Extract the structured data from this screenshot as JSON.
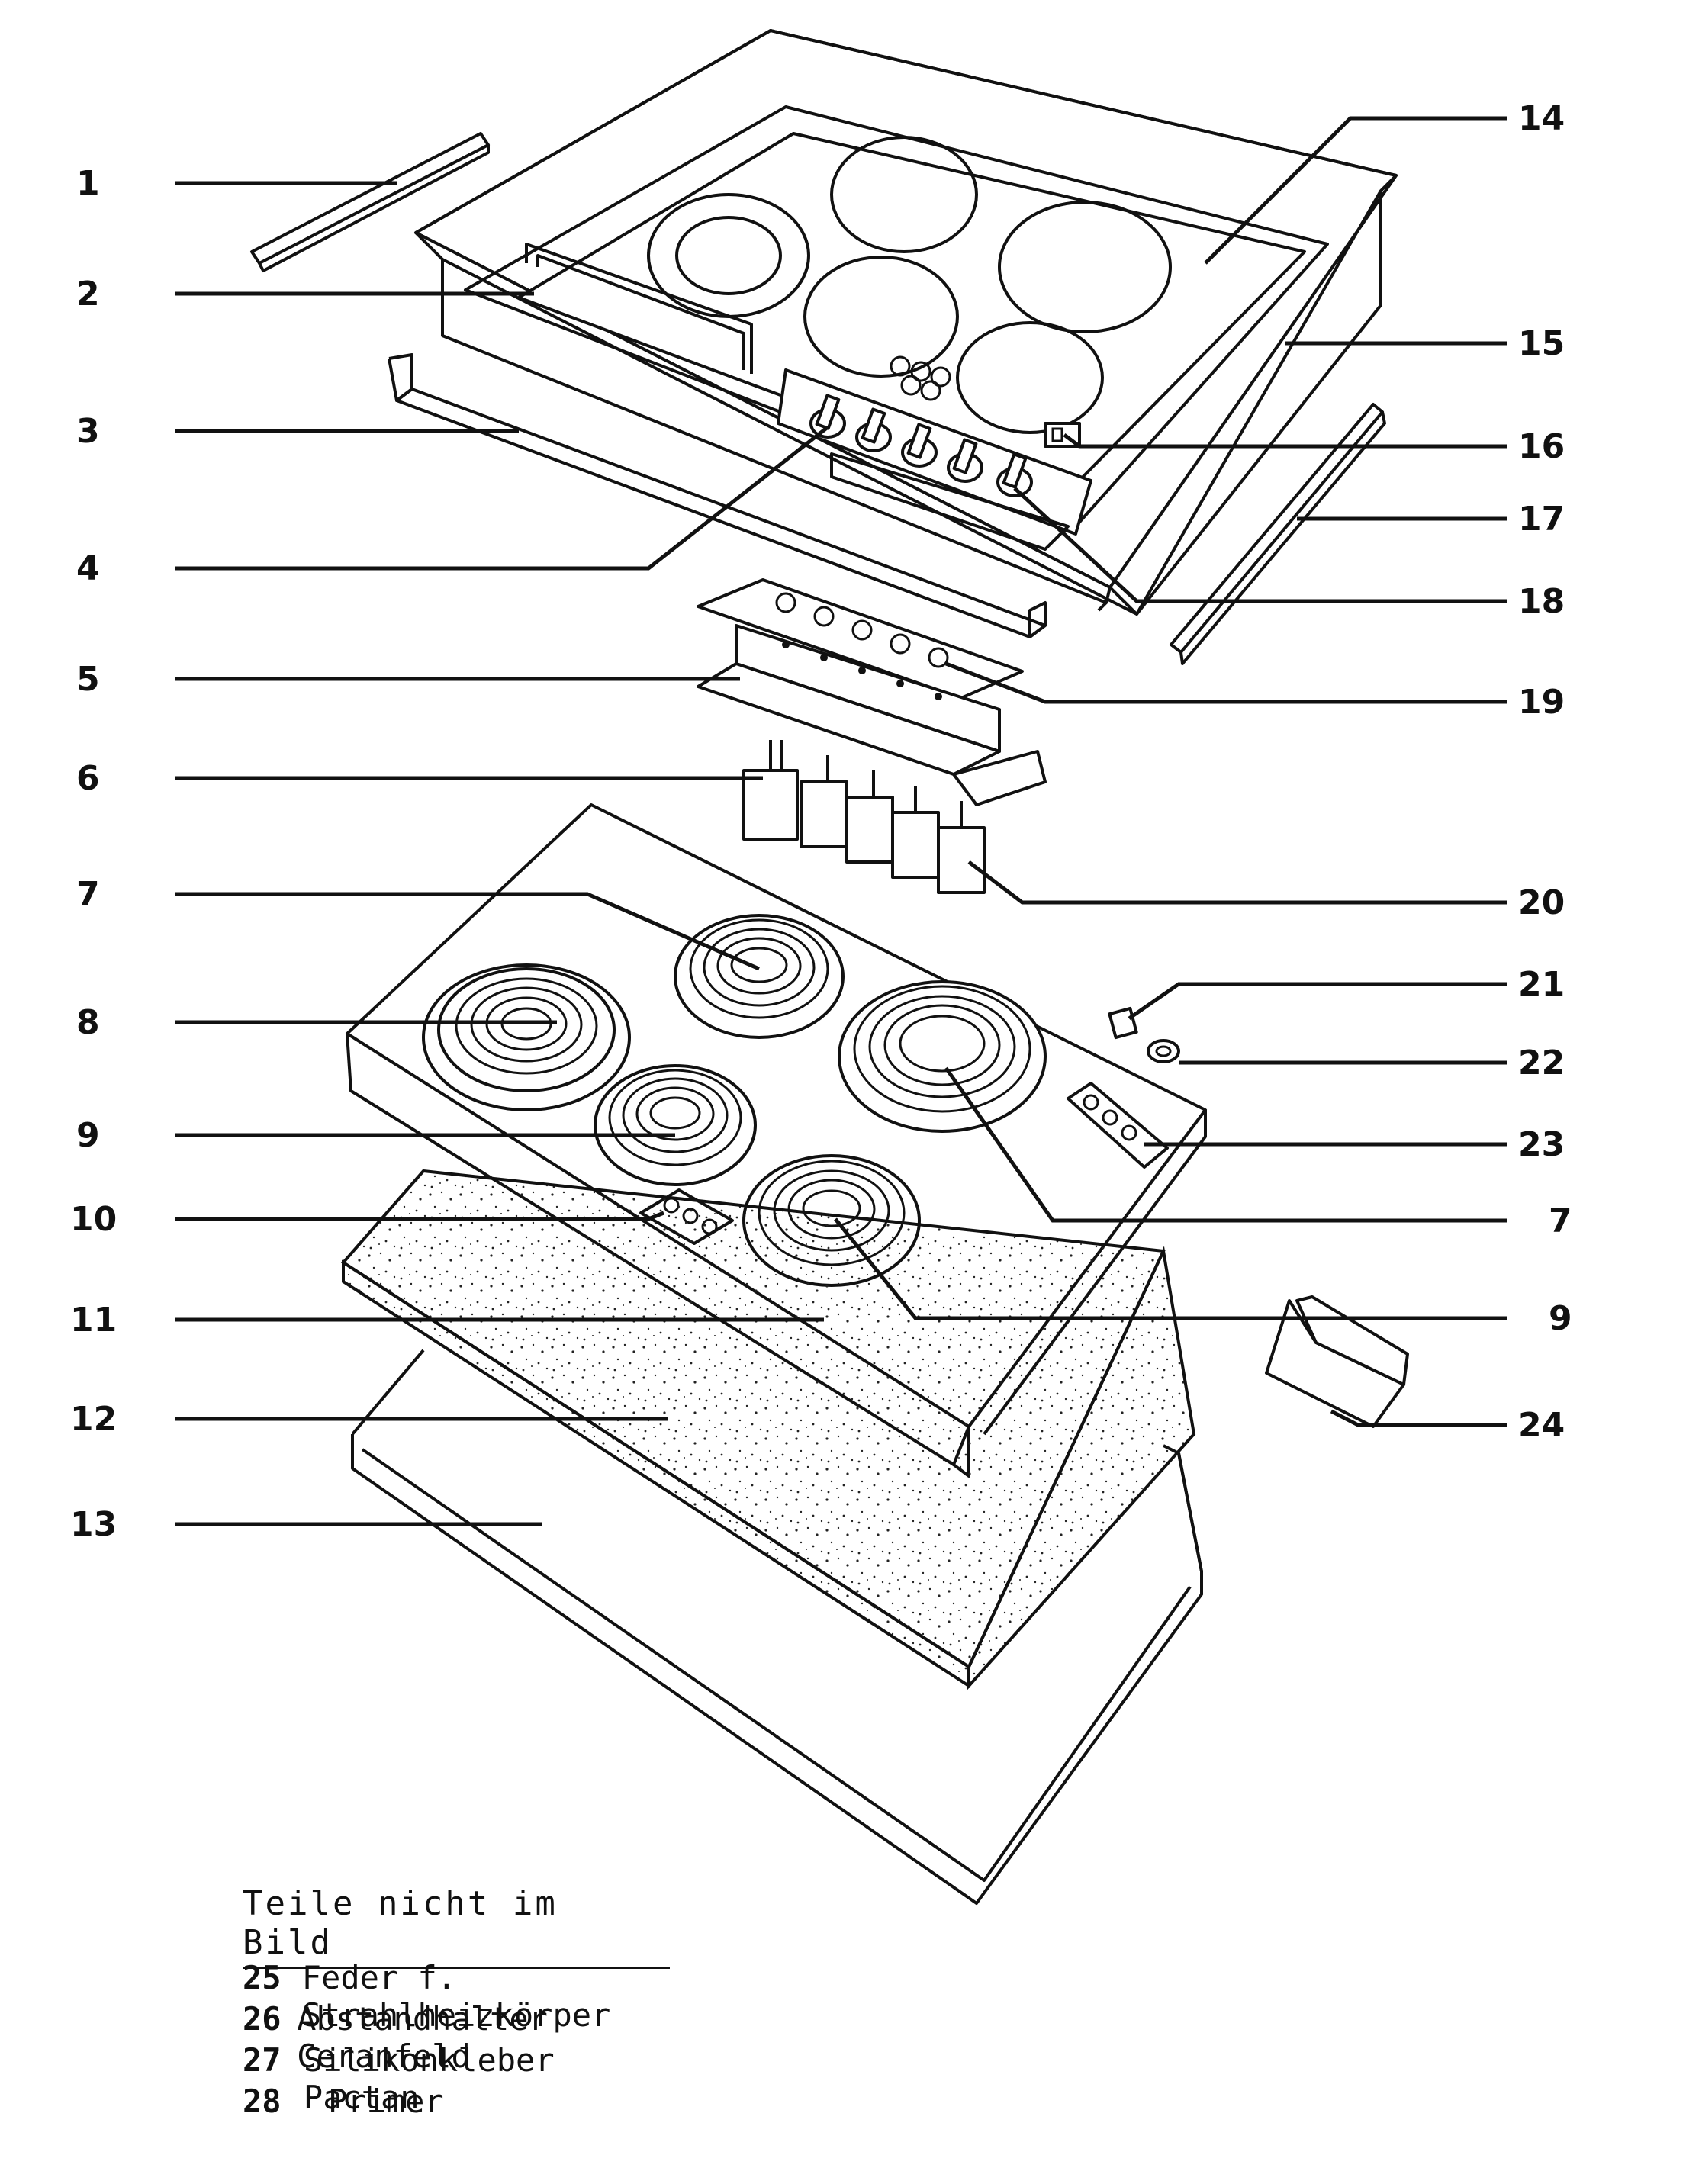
{
  "callouts": {
    "c1": "1",
    "c2": "2",
    "c3": "3",
    "c4": "4",
    "c5": "5",
    "c6": "6",
    "c7": "7",
    "c8": "8",
    "c9": "9",
    "c10": "10",
    "c11": "11",
    "c12": "12",
    "c13": "13",
    "c14": "14",
    "c15": "15",
    "c16": "16",
    "c17": "17",
    "c18": "18",
    "c19": "19",
    "c20": "20",
    "c21": "21",
    "c22": "22",
    "c23": "23",
    "c7b": "7",
    "c9b": "9",
    "c24": "24"
  },
  "legend": {
    "title": "Teile nicht im Bild",
    "items": [
      {
        "num": "25",
        "text": "Feder f. Strahlheizkörper"
      },
      {
        "num": "26",
        "text": "Abstandhalter Ceranfeld"
      },
      {
        "num": "27",
        "text": "Silikonkleber Pactan"
      },
      {
        "num": "28",
        "text": "Primer"
      }
    ]
  }
}
